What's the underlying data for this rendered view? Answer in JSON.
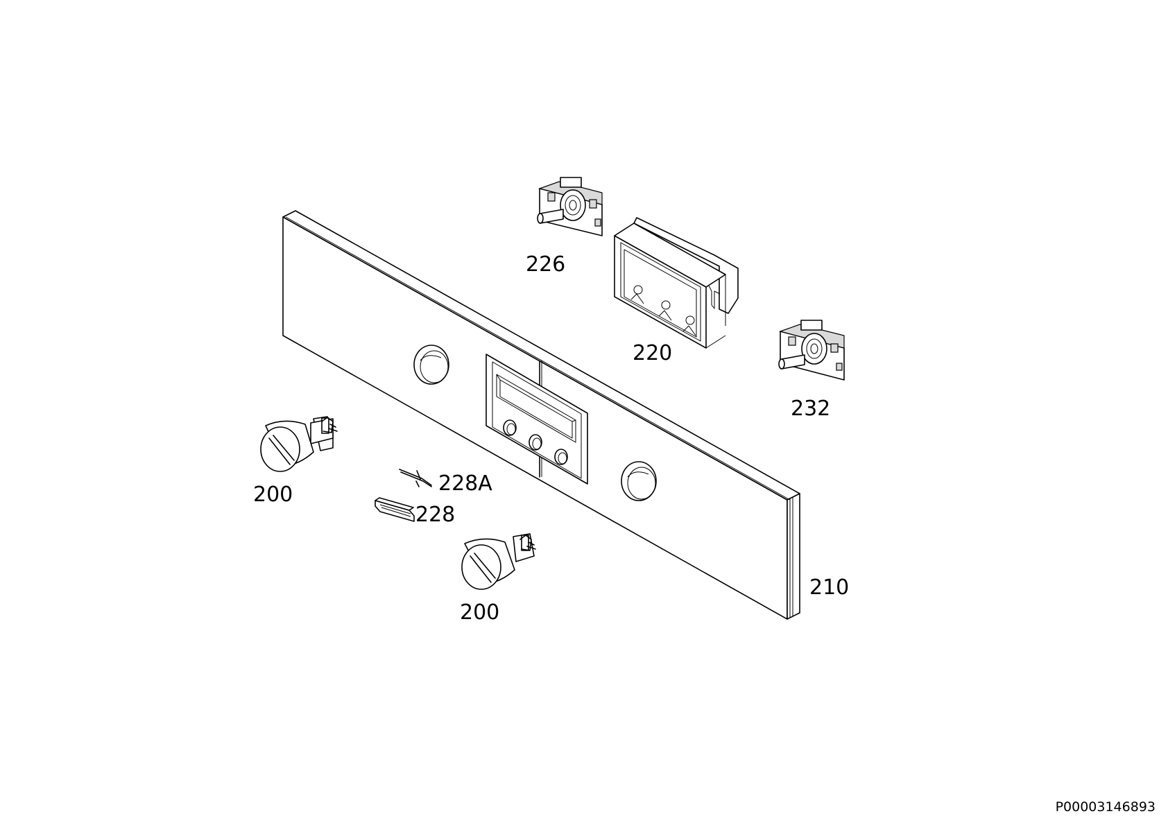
{
  "labels": {
    "knob_left": "200",
    "knob_bottom": "200",
    "control_panel": "210",
    "display_module": "220",
    "switch_top": "226",
    "switch_right": "232",
    "shaft": "228A",
    "button": "228"
  },
  "document_id": "P00003146893",
  "colors": {
    "line": "#000000",
    "background": "#ffffff",
    "shade": "#d9d9d9"
  }
}
